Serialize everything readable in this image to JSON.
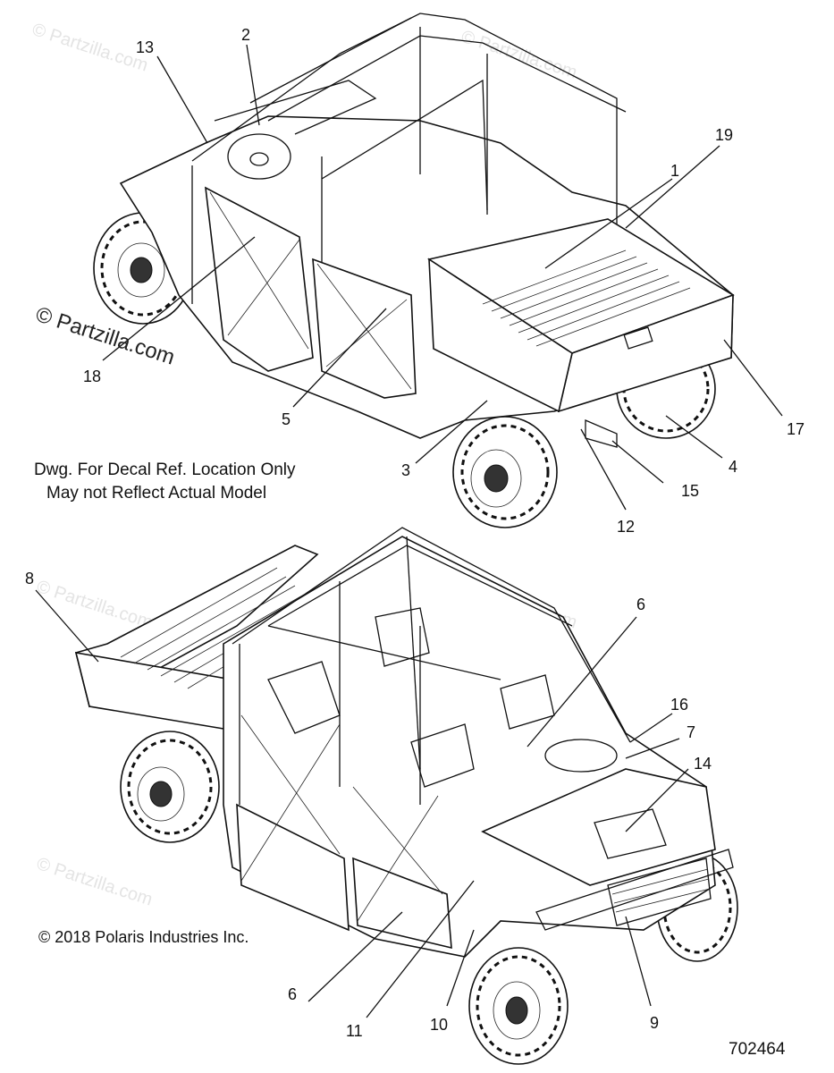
{
  "diagram": {
    "note_lines": [
      "Dwg. For Decal Ref. Location Only",
      "May not Reflect Actual Model"
    ],
    "copyright": "© 2018 Polaris Industries Inc.",
    "drawing_number": "702464",
    "watermark": "© Partzilla.com",
    "callouts": {
      "c1": "1",
      "c2": "2",
      "c3": "3",
      "c4": "4",
      "c5": "5",
      "c6a": "6",
      "c6b": "6",
      "c7": "7",
      "c8": "8",
      "c9": "9",
      "c10": "10",
      "c11": "11",
      "c12": "12",
      "c13": "13",
      "c14": "14",
      "c15": "15",
      "c16": "16",
      "c17": "17",
      "c18": "18",
      "c19": "19"
    }
  }
}
